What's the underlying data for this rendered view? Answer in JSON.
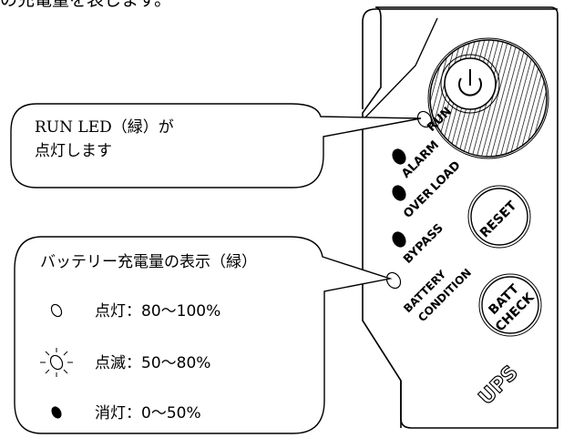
{
  "top_text": "の充電量を表します。",
  "callout_run": {
    "line1": "RUN LED（緑）が",
    "line2": "点灯します"
  },
  "callout_battery": {
    "title": "バッテリー充電量の表示（緑）",
    "rows": [
      {
        "icon": "led-off-outline-icon",
        "text": "点灯：80～100%"
      },
      {
        "icon": "led-blink-icon",
        "text": "点滅：50～80%"
      },
      {
        "icon": "led-filled-icon",
        "text": "消灯：0～50%"
      }
    ]
  },
  "panel": {
    "led_labels": {
      "run": "RUN",
      "alarm": "ALARM",
      "overload_1": "OVER",
      "overload_2": "LOAD",
      "bypass": "BYPASS",
      "battery_1": "BATTERY",
      "battery_2": "CONDITION"
    },
    "buttons": {
      "reset": "RESET",
      "batt_check_1": "BATT",
      "batt_check_2": "CHECK"
    },
    "logo": "UPS"
  }
}
